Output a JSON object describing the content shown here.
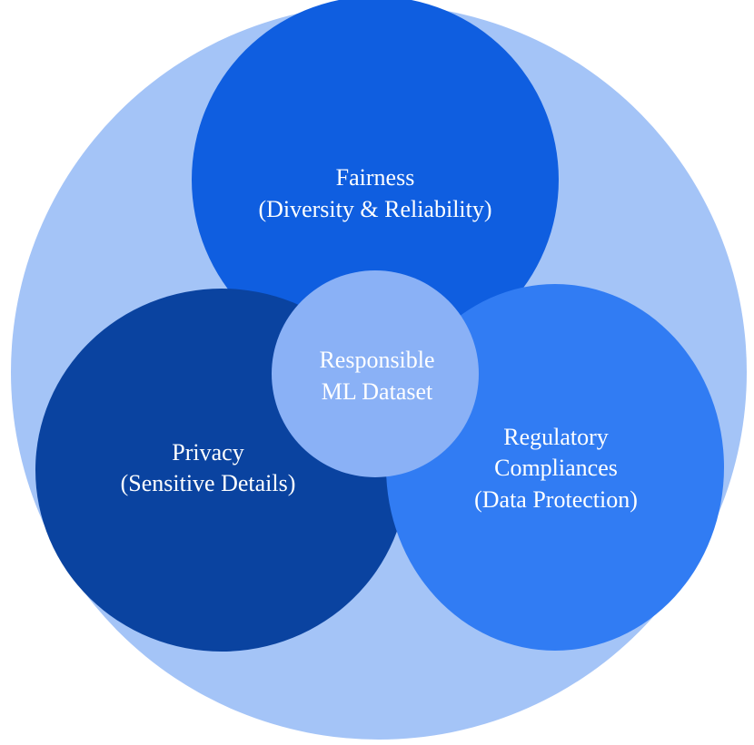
{
  "diagram": {
    "colors": {
      "background": "#a4c4f7",
      "fairness": "#0f5ee0",
      "privacy": "#0a43a0",
      "regulatory": "#317cf3",
      "center": "#8ab1f6",
      "text": "#ffffff"
    },
    "fairness": {
      "line1": "Fairness",
      "line2": "(Diversity & Reliability)"
    },
    "privacy": {
      "line1": "Privacy",
      "line2": "(Sensitive Details)"
    },
    "regulatory": {
      "line1": "Regulatory",
      "line2": "Compliances",
      "line3": "(Data Protection)"
    },
    "center": {
      "line1": "Responsible",
      "line2": "ML Dataset"
    }
  }
}
